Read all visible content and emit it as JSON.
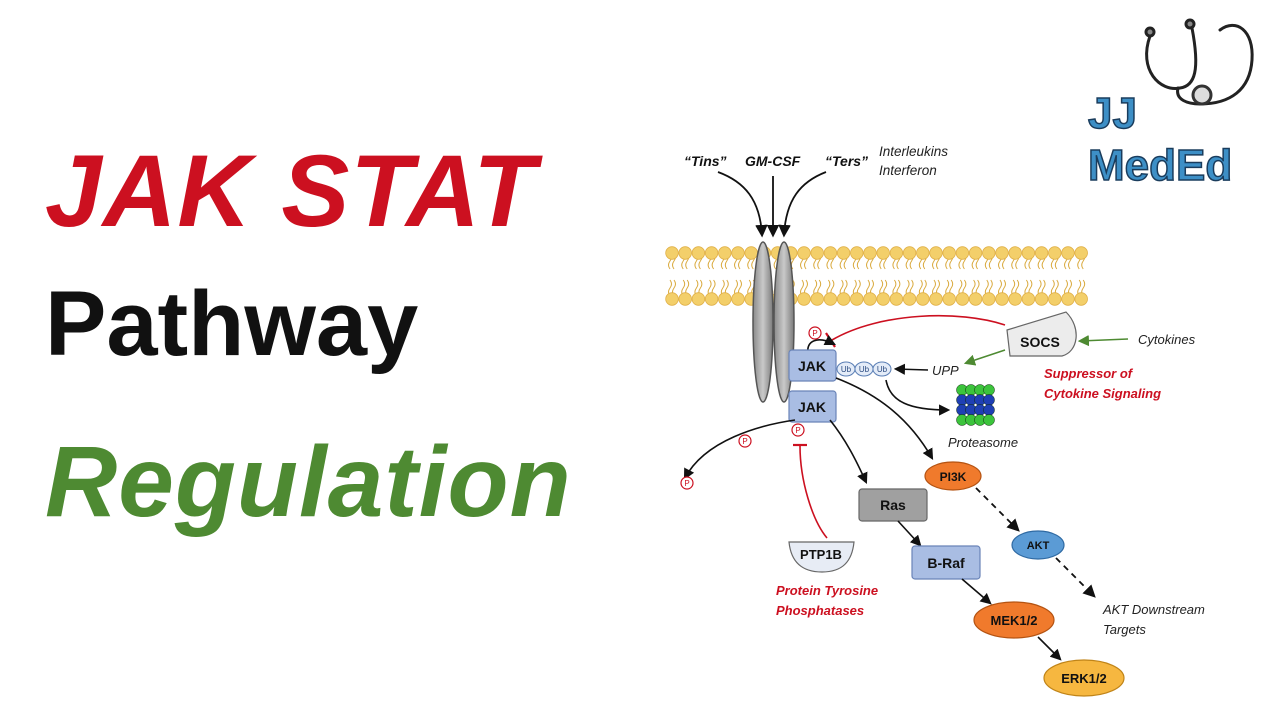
{
  "title": {
    "line1": "JAK STAT",
    "line2": "Pathway",
    "line3": "Regulation"
  },
  "logo": {
    "line1": "JJ",
    "line2": "MedEd",
    "icon": "stethoscope-icon"
  },
  "diagram": {
    "ligands": {
      "tins": "“Tins”",
      "gmcsf": "GM-CSF",
      "ters": "“Ters”",
      "interleukins": "Interleukins",
      "interferon": "Interferon"
    },
    "nodes": {
      "jak_top": "JAK",
      "jak_bottom": "JAK",
      "ub": "Ub",
      "upp": "UPP",
      "socs": "SOCS",
      "cytokines": "Cytokines",
      "socs_desc_1": "Suppressor of",
      "socs_desc_2": "Cytokine Signaling",
      "proteasome": "Proteasome",
      "ptp1b": "PTP1B",
      "ptp_desc_1": "Protein Tyrosine",
      "ptp_desc_2": "Phosphatases",
      "p": "P",
      "pi3k": "PI3K",
      "akt": "AKT",
      "akt_targets_1": "AKT Downstream",
      "akt_targets_2": "Targets",
      "ras": "Ras",
      "braf": "B-Raf",
      "mek": "MEK1/2",
      "erk": "ERK1/2"
    },
    "colors": {
      "red": "#cc1020",
      "green": "#4e8a32",
      "lipid": "#f3cf6a",
      "jak": "#a9bde3",
      "pi3k": "#f07a2c",
      "akt": "#5b9bd5",
      "ras": "#a0a0a0",
      "braf": "#a9bde3",
      "mek": "#f07a2c",
      "erk": "#f6b740"
    }
  }
}
